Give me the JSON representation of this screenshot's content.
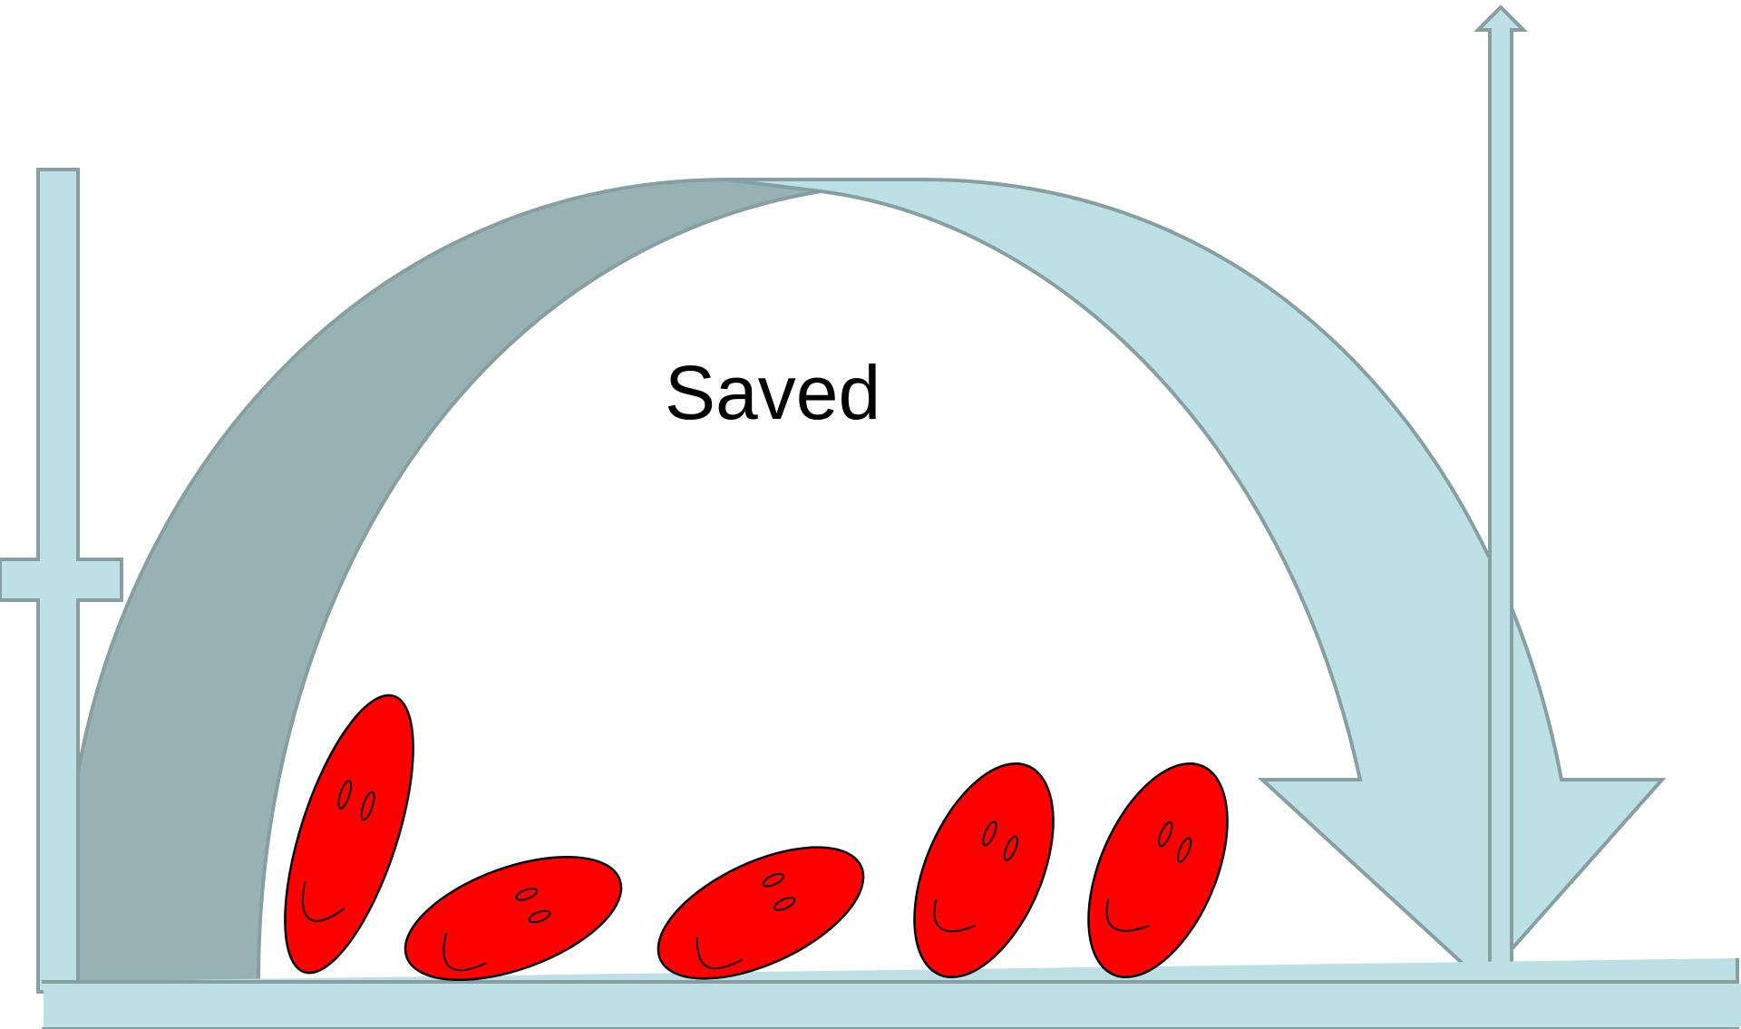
{
  "label": "Saved",
  "colors": {
    "background": "#ffffff",
    "arrow_light": "#bce0e3",
    "arrow_dark": "#96b2b4",
    "outline": "#879fa1",
    "face_fill": "#ff0000",
    "face_stroke": "#000000"
  },
  "figures": {
    "faces": 5,
    "eyes_per_face": 2
  }
}
